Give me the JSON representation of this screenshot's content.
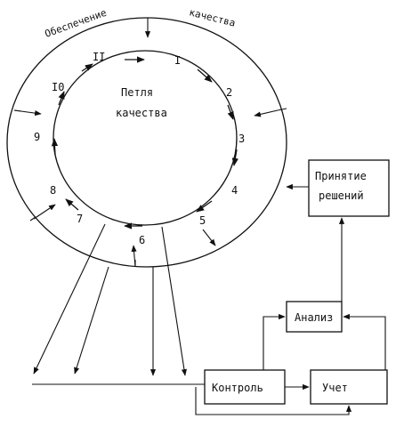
{
  "header": {
    "left_arc_text": "Обеспечение",
    "right_arc_text": "качества"
  },
  "loop": {
    "center_line1": "Петля",
    "center_line2": "качества",
    "stages": [
      "I",
      "2",
      "3",
      "4",
      "5",
      "6",
      "7",
      "8",
      "9",
      "I0",
      "II"
    ]
  },
  "boxes": {
    "decision_line1": "Принятие",
    "decision_line2": "решений",
    "analysis": "Анализ",
    "control": "Контроль",
    "accounting": "Учет"
  },
  "colors": {
    "ink": "#111111",
    "background": "#ffffff"
  }
}
